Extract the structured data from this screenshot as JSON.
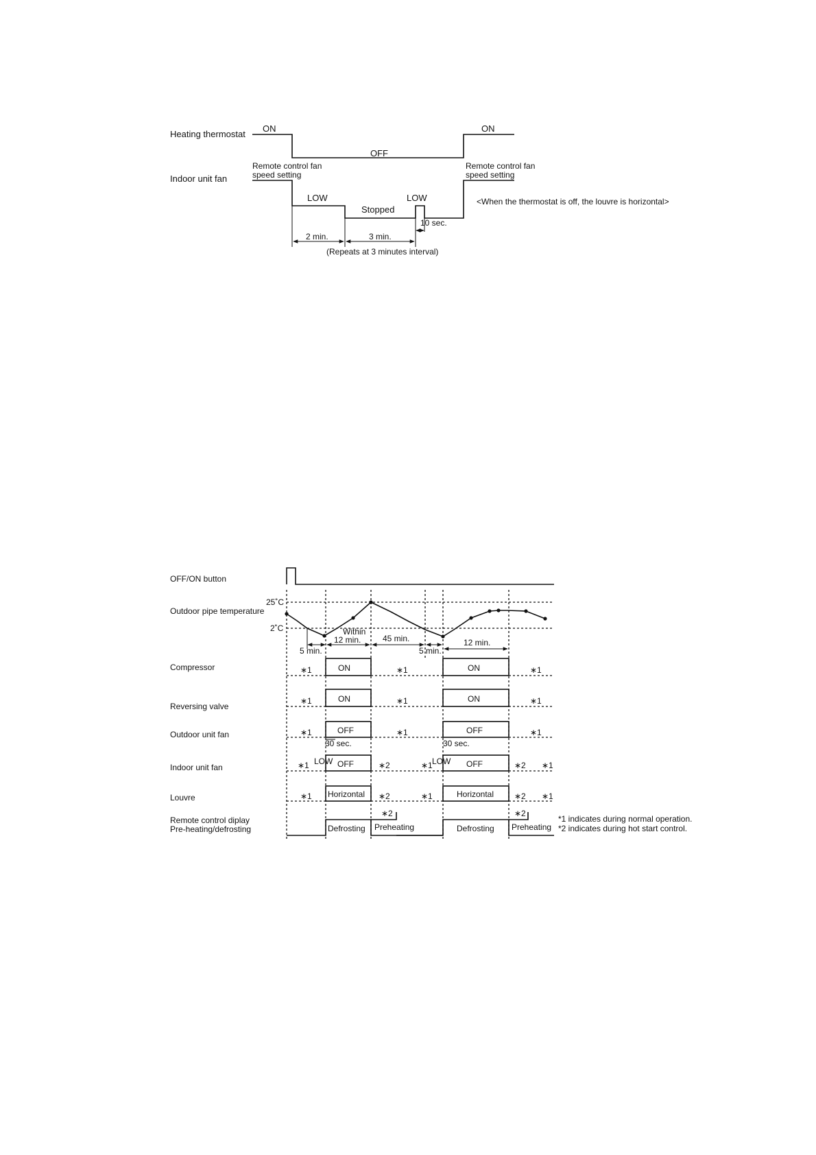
{
  "thermostat_diagram": {
    "labels": {
      "heating_thermostat": "Heating thermostat",
      "indoor_unit_fan": "Indoor unit fan"
    },
    "states": {
      "on_left": "ON",
      "off": "OFF",
      "on_right": "ON",
      "remote_left_1": "Remote control fan",
      "remote_left_2": "speed setting",
      "remote_right_1": "Remote control fan",
      "remote_right_2": "speed setting",
      "low_1": "LOW",
      "stopped": "Stopped",
      "low_2": "LOW"
    },
    "durations": {
      "ten_sec": "10 sec.",
      "two_min": "2 min.",
      "three_min": "3 min.",
      "repeat": "(Repeats at 3 minutes interval)"
    },
    "note": "<When the thermostat is off, the louvre is horizontal>"
  },
  "defrost_diagram": {
    "labels": {
      "off_on_button": "OFF/ON button",
      "outdoor_pipe_temperature": "Outdoor pipe temperature",
      "compressor": "Compressor",
      "reversing_valve": "Reversing valve",
      "outdoor_unit_fan": "Outdoor unit fan",
      "indoor_unit_fan": "Indoor unit fan",
      "louvre": "Louvre",
      "remote_display_1": "Remote control diplay",
      "remote_display_2": "Pre-heating/defrosting"
    },
    "temperatures": {
      "high": "25˚C",
      "low": "2˚C"
    },
    "durations": {
      "five_min_1": "5 min.",
      "within": "Within",
      "twelve_min_1": "12 min.",
      "forty_five_min": "45 min.",
      "five_min_2": "5 min.",
      "twelve_min_2": "12 min.",
      "thirty_sec_1": "30 sec.",
      "thirty_sec_2": "30 sec."
    },
    "cycle_1": {
      "compressor": "ON",
      "reversing_valve": "ON",
      "outdoor_fan": "OFF",
      "indoor_fan_low": "LOW",
      "indoor_fan": "OFF",
      "louvre": "Horizontal",
      "display_defrost": "Defrosting",
      "display_preheat": "Preheating"
    },
    "cycle_2": {
      "compressor": "ON",
      "reversing_valve": "ON",
      "outdoor_fan": "OFF",
      "indoor_fan_low": "LOW",
      "indoor_fan": "OFF",
      "louvre": "Horizontal",
      "display_defrost": "Defrosting",
      "display_preheat": "Preheating"
    },
    "marks": {
      "star1": "∗1",
      "star2": "∗2"
    },
    "footnotes": {
      "n1": "*1 indicates during normal operation.",
      "n2": "*2 indicates during hot start control."
    }
  }
}
